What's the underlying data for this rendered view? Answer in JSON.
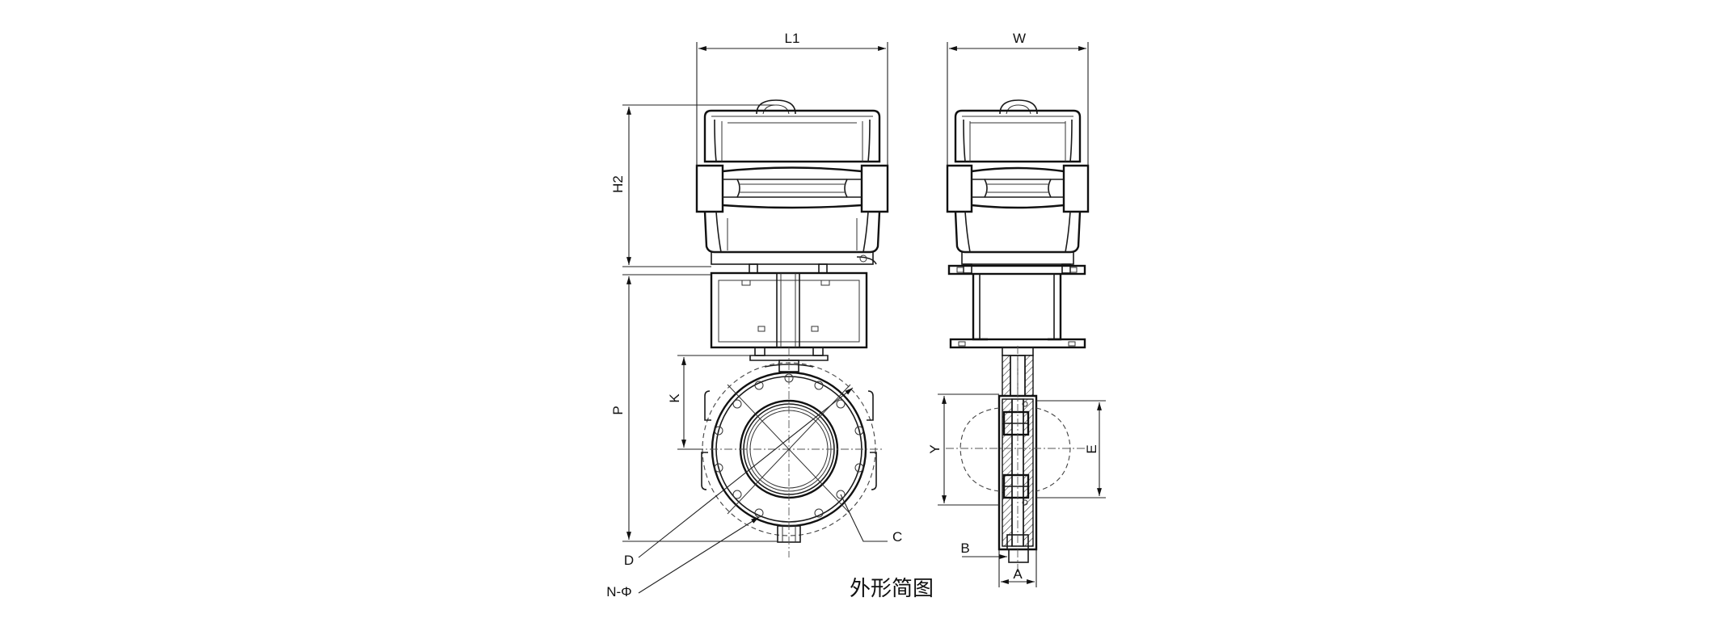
{
  "caption": "外形简图",
  "dimension_labels": {
    "L1": "L1",
    "W": "W",
    "H2": "H2",
    "P": "P",
    "K": "K",
    "D": "D",
    "N_PHI": "N-Φ",
    "C": "C",
    "Y": "Y",
    "E": "E",
    "B": "B",
    "A": "A"
  },
  "views": {
    "front": "actuator-front-view",
    "side": "actuator-side-view"
  }
}
